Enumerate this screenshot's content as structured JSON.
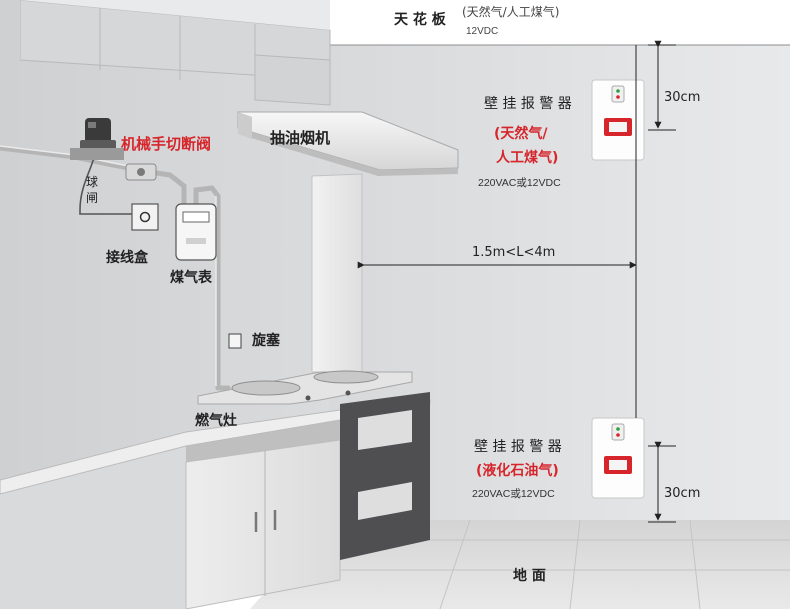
{
  "labels": {
    "ceiling": "天 花 板",
    "ceiling_gas_types": "(天然气/人工煤气)",
    "ceiling_voltage": "12VDC",
    "alarm_top_title": "壁 挂 报 警 器",
    "alarm_top_gas_line1": "(天然气/",
    "alarm_top_gas_line2": "人工煤气)",
    "alarm_top_power": "220VAC或12VDC",
    "distance_top": "30cm",
    "distance_range": "1.5m<L<4m",
    "alarm_bottom_title": "壁 挂 报 警 器",
    "alarm_bottom_gas": "(液化石油气)",
    "alarm_bottom_power": "220VAC或12VDC",
    "distance_bottom": "30cm",
    "floor": "地  面",
    "hood": "抽油烟机",
    "valve": "机械手切断阀",
    "ball_valve_char1": "球",
    "ball_valve_char2": "闸",
    "junction_box": "接线盒",
    "gas_meter": "煤气表",
    "plug": "旋塞",
    "stove": "燃气灶"
  },
  "colors": {
    "wall_back": "#e3e4e6",
    "wall_left": "#d2d3d5",
    "floor": "#dcdcdc",
    "accent_red": "#d7262b",
    "text_dark": "#222222",
    "text_gray": "#444444",
    "cabinet_dark": "#4f4f52"
  }
}
